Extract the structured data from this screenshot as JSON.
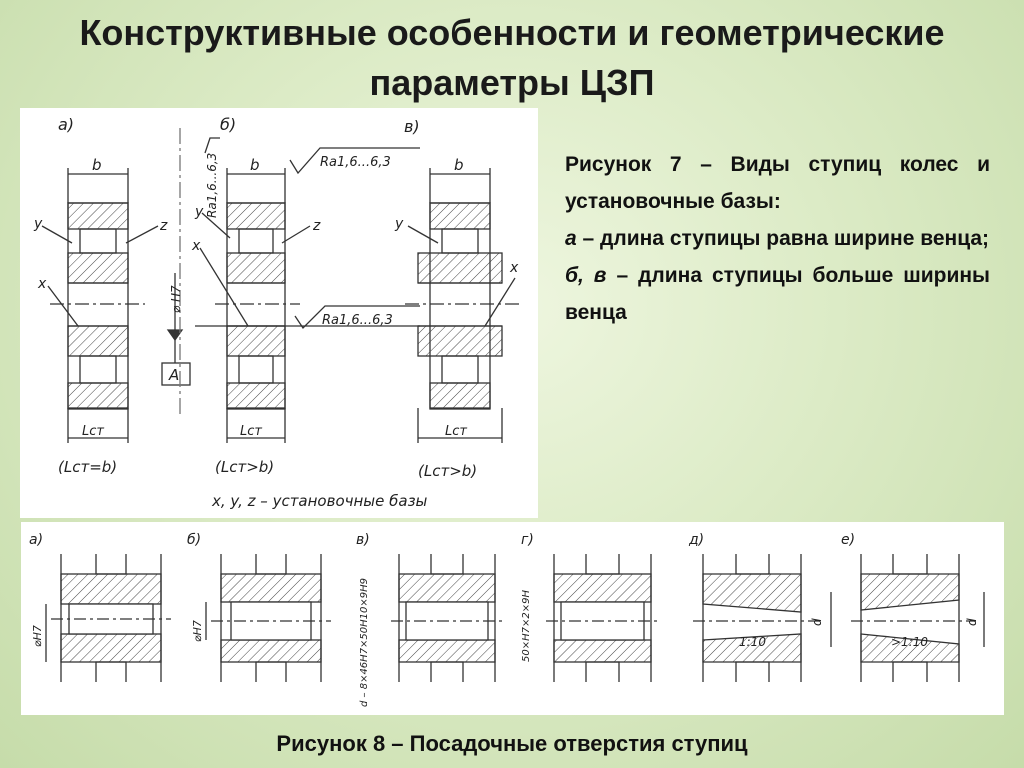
{
  "title": {
    "line1": "Конструктивные особенности и геометрические",
    "line2": "параметры ЦЗП"
  },
  "figure7": {
    "caption_title": "Рисунок 7 – Виды ступиц колес и установочные базы:",
    "item_a_label": "а",
    "item_a_text": " – длина ступицы равна ширине венца;",
    "item_bv_label": "б, в",
    "item_bv_text": " – длина ступицы больше ширины венца",
    "drawing": {
      "label_a": "а)",
      "label_b": "б)",
      "label_v": "в)",
      "dim_b": "b",
      "dim_lcm": "Lст",
      "roughness": "Ra1,6...6,3",
      "fit": "⌀ H7",
      "base_letter": "A",
      "base_x": "x",
      "base_y": "y",
      "base_z": "z",
      "cond_a": "(Lст=b)",
      "cond_b": "(Lст>b)",
      "cond_v": "(Lст>b)",
      "legend": "x, y, z – установочные базы"
    }
  },
  "figure8": {
    "caption": "Рисунок 8 – Посадочные отверстия ступиц",
    "drawing": {
      "labels": [
        "а)",
        "б)",
        "в)",
        "г)",
        "д)",
        "е)"
      ],
      "dim_a": "⌀H7",
      "dim_b": "⌀H7",
      "dim_v": "d – 8×46H7×50H10×9H9",
      "dim_g": "50×H7×2×9H",
      "taper_d": "1:10",
      "taper_e": ">1:10",
      "dim_d": "d",
      "dim_e": "d"
    }
  }
}
